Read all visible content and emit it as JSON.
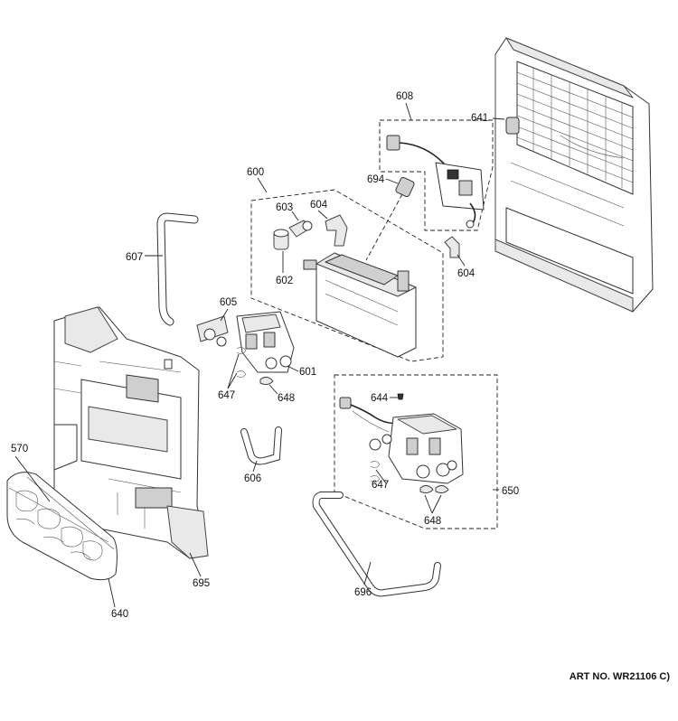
{
  "labels": {
    "l600": "600",
    "l601": "601",
    "l602": "602",
    "l603": "603",
    "l604a": "604",
    "l604b": "604",
    "l605": "605",
    "l606": "606",
    "l607": "607",
    "l608": "608",
    "l640": "640",
    "l641": "641",
    "l644": "644",
    "l647a": "647",
    "l647b": "647",
    "l648a": "648",
    "l648b": "648",
    "l650": "650",
    "l570": "570",
    "l694": "694",
    "l695": "695",
    "l696": "696"
  },
  "art_number": "ART NO. WR21106 C)"
}
